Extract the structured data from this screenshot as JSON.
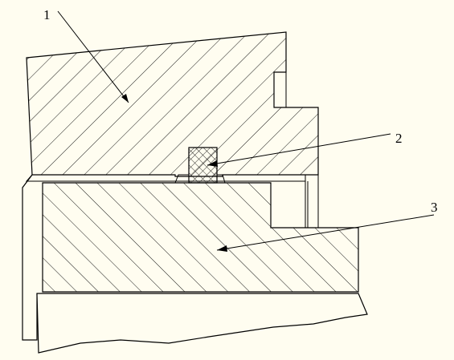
{
  "drawing": {
    "background": "#fffdf0",
    "line_color": "#000000",
    "callouts": [
      {
        "number": "1"
      },
      {
        "number": "2"
      },
      {
        "number": "3"
      }
    ]
  }
}
